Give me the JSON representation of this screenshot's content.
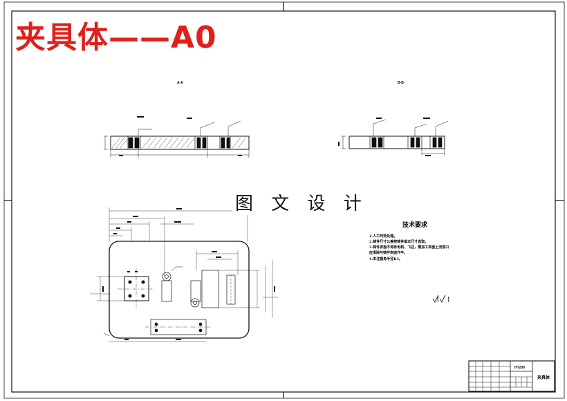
{
  "title": "夹具体——A0",
  "watermark": "图 文 设 计",
  "section_labels": {
    "left": "A-A",
    "right": "B-B"
  },
  "technical_requirements": {
    "title": "技术要求",
    "items": [
      "1.人工时效处理。",
      "2.铸件尺寸公差按铸件基本尺寸选取。",
      "3.铸件表面不得有毛刺、飞边，需加工表面上浇冒口",
      "应清除与铸件表面齐平。",
      "4.未注圆角半径R3。"
    ]
  },
  "title_block": {
    "material_code": "HT200",
    "part_name": "夹具体"
  },
  "roughness_mark": "√(√)",
  "colors": {
    "title": "#e0201b",
    "line": "#111111",
    "paper": "#ffffff"
  }
}
